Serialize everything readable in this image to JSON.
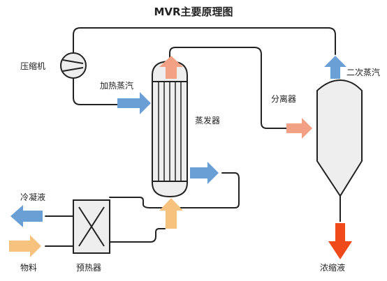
{
  "title": "MVR主要原理图",
  "labels": {
    "compressor": "压缩机",
    "heating_steam": "加热蒸汽",
    "evaporator": "蒸发器",
    "separator": "分离器",
    "secondary_steam": "二次蒸汽",
    "condensate": "冷凝液",
    "feed": "物料",
    "preheater": "预热器",
    "concentrate": "浓缩液"
  },
  "colors": {
    "pipe": "#222222",
    "steam_arrow": "#6a9fd6",
    "vapor_arrow": "#f2a184",
    "feed_arrow": "#f7c27d",
    "concentrate_arrow": "#f04a1a",
    "vessel_fill": "#eeeeee",
    "vessel_stroke": "#222222"
  }
}
